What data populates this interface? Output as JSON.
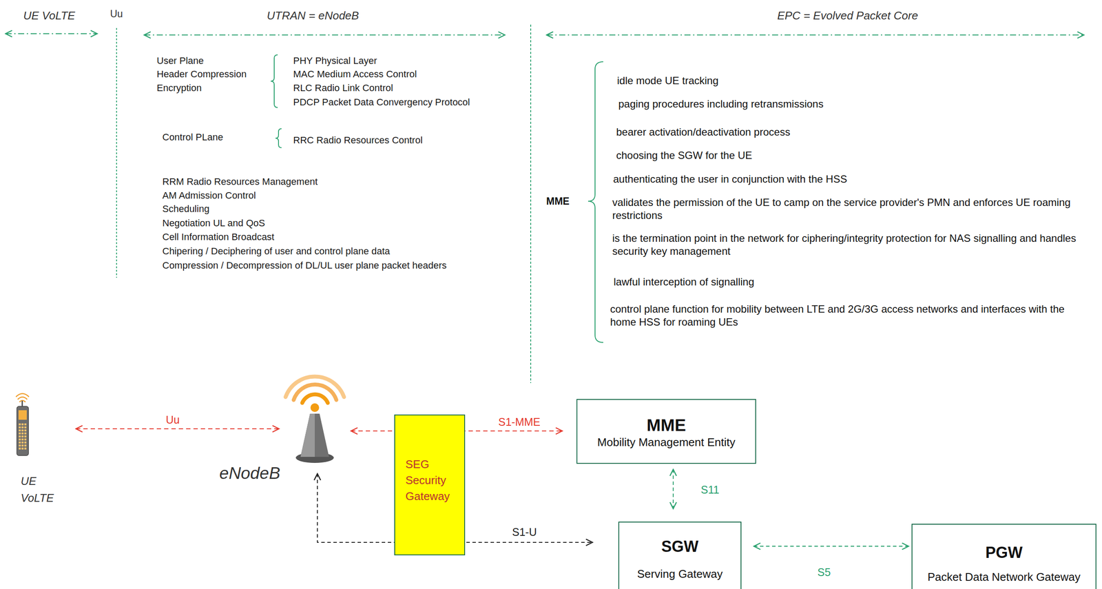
{
  "diagram": {
    "nodes": [
      {
        "text": [
          "UE VoLTE"
        ]
      },
      {
        "text": [
          "eNodeB"
        ]
      },
      {
        "text": [
          "SEG Security Gateway"
        ]
      },
      {
        "text": [
          "MME",
          "Mobility Management Entity"
        ]
      },
      {
        "text": [
          "SGW",
          "Serving Gateway"
        ]
      },
      {
        "text": [
          "PGW",
          "Packet Data Network Gateway"
        ]
      }
    ],
    "edges": [
      {
        "from": 0,
        "to": 1,
        "label": "Uu",
        "arrow": "both"
      },
      {
        "from": 1,
        "to": 3,
        "label": "S1-MME",
        "arrow": "both"
      },
      {
        "from": 1,
        "to": 4,
        "label": "S1-U",
        "arrow": "both"
      },
      {
        "from": 3,
        "to": 4,
        "label": "S11",
        "arrow": "both"
      },
      {
        "from": 4,
        "to": 5,
        "label": "S5",
        "arrow": "both"
      }
    ],
    "labels": [
      "UE VoLTE",
      "Uu",
      "UTRAN = eNodeB",
      "EPC = Evolved Packet Core",
      "User Plane",
      "Header Compression",
      "Encryption",
      "PHY Physical Layer",
      "MAC Medium Access Control",
      "RLC Radio Link Control",
      "PDCP Packet Data Convergency Protocol",
      "Control PLane",
      "RRC Radio Resources Control",
      "RRM Radio Resources Management",
      "AM Admission Control",
      "Scheduling",
      "Negotiation UL and QoS",
      "Cell Information Broadcast",
      "Chipering / Deciphering of user and control plane data",
      "Compression / Decompression of DL/UL user plane packet headers",
      "MME",
      "idle mode UE tracking",
      "paging procedures including retransmissions",
      "bearer activation/deactivation process",
      "choosing the SGW for the UE",
      "authenticating the user in conjunction with the HSS",
      "validates the permission of the UE to camp on the service provider's PMN and enforces UE roaming restrictions",
      "is the termination point in the network for ciphering/integrity protection for NAS signalling and handles security key management",
      "lawful interception of signalling",
      "control plane function for mobility between LTE and 2G/3G access networks and interfaces with the home HSS for roaming UEs"
    ]
  }
}
